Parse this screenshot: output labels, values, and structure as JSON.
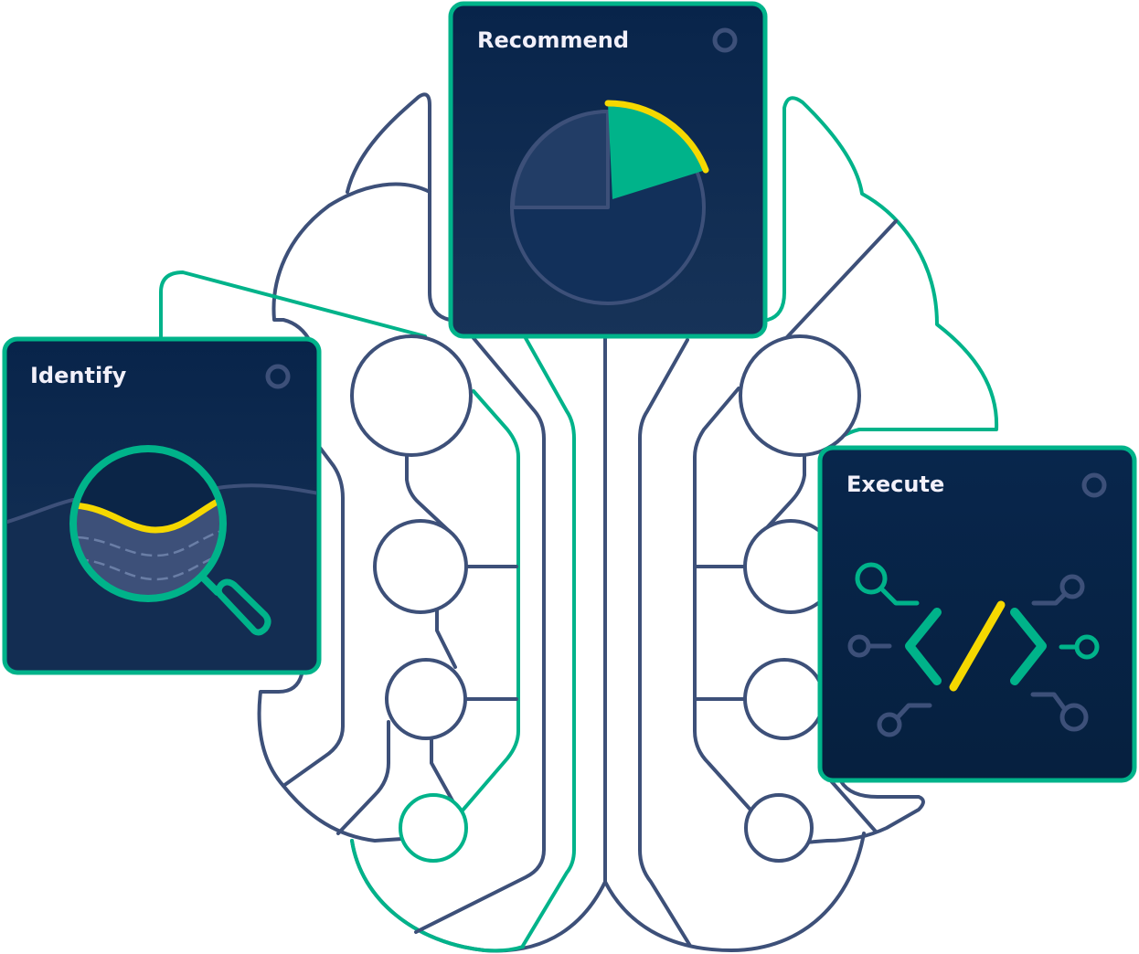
{
  "cards": {
    "recommend": {
      "title": "Recommend"
    },
    "identify": {
      "title": "Identify"
    },
    "execute": {
      "title": "Execute"
    }
  },
  "colors": {
    "navy": "#0b2547",
    "line": "#3d5079",
    "accent_green": "#00b38a",
    "accent_yellow": "#f5d800"
  }
}
